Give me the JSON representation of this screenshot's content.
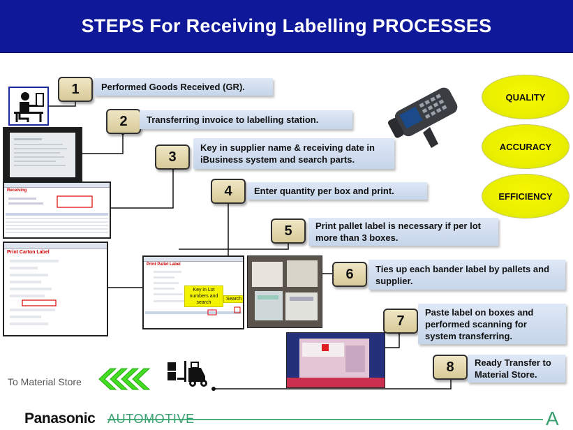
{
  "title": "STEPS For Receiving Labelling PROCESSES",
  "steps": [
    {
      "num": "1",
      "text": "Performed Goods Received (GR)."
    },
    {
      "num": "2",
      "text": "Transferring invoice to labelling station."
    },
    {
      "num": "3",
      "text": "Key in supplier name & receiving date in iBusiness system and search parts."
    },
    {
      "num": "4",
      "text": "Enter quantity per box and print."
    },
    {
      "num": "5",
      "text": "Print pallet label is necessary if per lot more than 3 boxes."
    },
    {
      "num": "6",
      "text": "Ties up each bander label by pallets and supplier."
    },
    {
      "num": "7",
      "text": "Paste label on boxes and performed scanning for system transferring."
    },
    {
      "num": "8",
      "text": "Ready Transfer to Material Store."
    }
  ],
  "qualities": [
    "QUALITY",
    "ACCURACY",
    "EFFICIENCY"
  ],
  "screenshots": {
    "receiving_title": "Receiving",
    "carton_title": "Print Carton Label",
    "pallet_title": "Print Pallet Label",
    "pallet_note": "Key in Lot numbers and search",
    "pallet_search": "Search"
  },
  "to_store": "To Material Store",
  "footer": {
    "brand": "Panasonic",
    "division": "AUTOMOTIVE",
    "mark": "A"
  },
  "colors": {
    "title_bg": "#10189a",
    "oval": "#eaf000",
    "arrow": "#44dd22",
    "footer_accent": "#3aa070"
  }
}
